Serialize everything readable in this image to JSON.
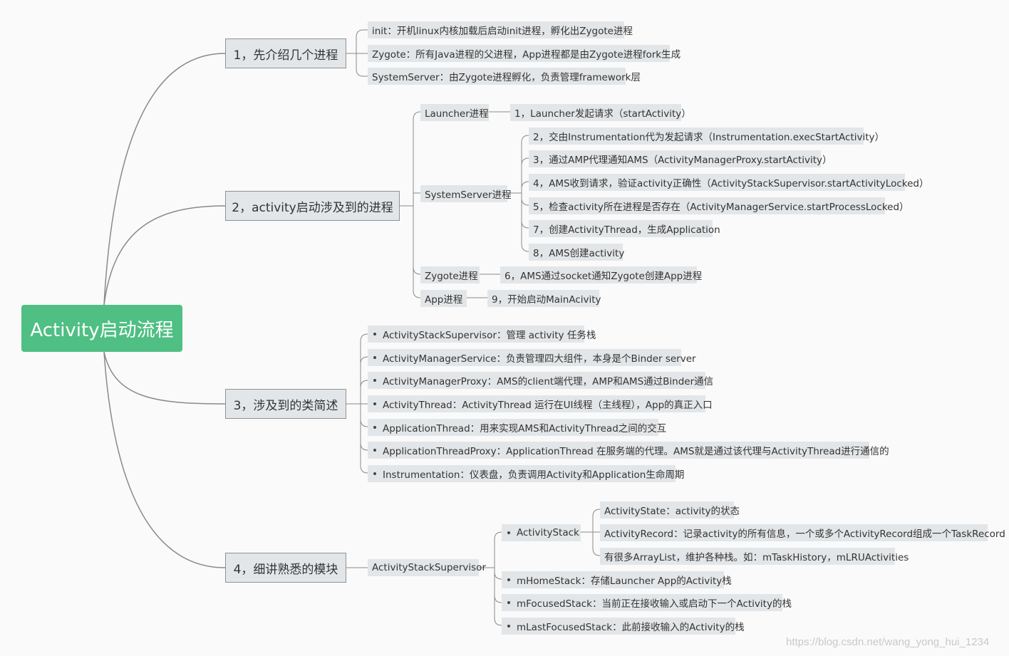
{
  "root": "Activity启动流程",
  "sections": {
    "s1": {
      "title": "1，先介绍几个进程",
      "items": [
        "init：开机linux内核加载后启动init进程，孵化出Zygote进程",
        "Zygote：所有Java进程的父进程，App进程都是由Zygote进程fork生成",
        "SystemServer：由Zygote进程孵化，负责管理framework层"
      ]
    },
    "s2": {
      "title": "2，activity启动涉及到的进程",
      "launcher": {
        "label": "Launcher进程",
        "steps": [
          "1，Launcher发起请求（startActivity）"
        ]
      },
      "systemserver": {
        "label": "SystemServer进程",
        "steps": [
          "2，交由Instrumentation代为发起请求（Instrumentation.execStartActivity）",
          "3，通过AMP代理通知AMS（ActivityManagerProxy.startActivity）",
          "4，AMS收到请求，验证activity正确性（ActivityStackSupervisor.startActivityLocked）",
          "5，检查activity所在进程是否存在（ActivityManagerService.startProcessLocked）",
          "7，创建ActivityThread，生成Application",
          "8，AMS创建activity"
        ]
      },
      "zygote": {
        "label": "Zygote进程",
        "steps": [
          "6，AMS通过socket通知Zygote创建App进程"
        ]
      },
      "app": {
        "label": "App进程",
        "steps": [
          "9，开始启动MainAcivity"
        ]
      }
    },
    "s3": {
      "title": "3，涉及到的类简述",
      "items": [
        "ActivityStackSupervisor：管理 activity 任务栈",
        "ActivityManagerService：负责管理四大组件，本身是个Binder server",
        "ActivityManagerProxy：AMS的client端代理，AMP和AMS通过Binder通信",
        "ActivityThread：ActivityThread 运行在UI线程（主线程），App的真正入口",
        "ApplicationThread：用来实现AMS和ActivityThread之间的交互",
        "ApplicationThreadProxy：ApplicationThread 在服务端的代理。AMS就是通过该代理与ActivityThread进行通信的",
        "Instrumentation：仪表盘，负责调用Activity和Application生命周期"
      ]
    },
    "s4": {
      "title": "4，细讲熟悉的模块",
      "child": "ActivityStackSupervisor",
      "stack": {
        "label": "ActivityStack",
        "items": [
          "ActivityState：activity的状态",
          "ActivityRecord：记录activity的所有信息，一个或多个ActivityRecord组成一个TaskRecord",
          "有很多ArrayList，维护各种栈。如：mTaskHistory，mLRUActivities"
        ]
      },
      "items": [
        "mHomeStack：存储Launcher App的Activity栈",
        "mFocusedStack：当前正在接收输入或启动下一个Activity的栈",
        "mLastFocusedStack：此前接收输入的Activity的栈"
      ]
    }
  },
  "watermark": "https://blog.csdn.net/wang_yong_hui_1234",
  "colors": {
    "root": "#4fbf84",
    "node": "#e3e6e8",
    "line": "#8a8a8a"
  }
}
